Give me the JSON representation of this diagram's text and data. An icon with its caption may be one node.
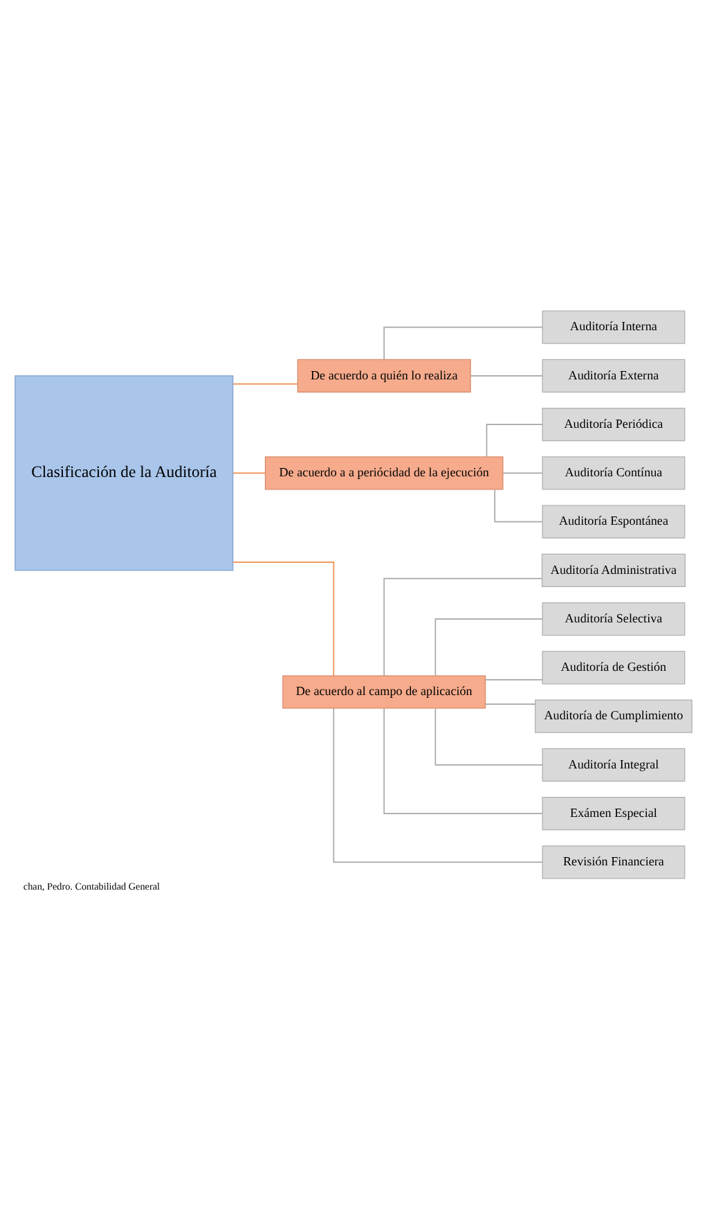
{
  "diagram": {
    "caption": "chan, Pedro. Contabilidad General",
    "nodes": [
      {
        "text": [
          "Clasificación de la Auditoría"
        ]
      },
      {
        "text": [
          "De acuerdo a quién lo realiza"
        ]
      },
      {
        "text": [
          "De acuerdo a a periócidad de la ejecución"
        ]
      },
      {
        "text": [
          "De acuerdo al campo de aplicación"
        ]
      },
      {
        "text": [
          "Auditoría Interna"
        ]
      },
      {
        "text": [
          "Auditoría Externa"
        ]
      },
      {
        "text": [
          "Auditoría Periódica"
        ]
      },
      {
        "text": [
          "Auditoría Contínua"
        ]
      },
      {
        "text": [
          "Auditoría Espontánea"
        ]
      },
      {
        "text": [
          "Auditoría Administrativa"
        ]
      },
      {
        "text": [
          "Auditoría Selectiva"
        ]
      },
      {
        "text": [
          "Auditoría de Gestión"
        ]
      },
      {
        "text": [
          "Auditoría de Cumplimiento"
        ]
      },
      {
        "text": [
          "Auditoría Integral"
        ]
      },
      {
        "text": [
          "Exámen Especial"
        ]
      },
      {
        "text": [
          "Revisión Financiera"
        ]
      }
    ],
    "edges": [
      {
        "from": 0,
        "to": 1,
        "arrow": "none",
        "color": "#f08a4b"
      },
      {
        "from": 0,
        "to": 2,
        "arrow": "none",
        "color": "#f08a4b"
      },
      {
        "from": 0,
        "to": 3,
        "arrow": "none",
        "color": "#f08a4b"
      },
      {
        "from": 1,
        "to": 4,
        "arrow": "none"
      },
      {
        "from": 1,
        "to": 5,
        "arrow": "none"
      },
      {
        "from": 2,
        "to": 6,
        "arrow": "none"
      },
      {
        "from": 2,
        "to": 7,
        "arrow": "none"
      },
      {
        "from": 2,
        "to": 8,
        "arrow": "none"
      },
      {
        "from": 3,
        "to": 9,
        "arrow": "none"
      },
      {
        "from": 3,
        "to": 10,
        "arrow": "none"
      },
      {
        "from": 3,
        "to": 11,
        "arrow": "none"
      },
      {
        "from": 3,
        "to": 12,
        "arrow": "none"
      },
      {
        "from": 3,
        "to": 13,
        "arrow": "none"
      },
      {
        "from": 3,
        "to": 14,
        "arrow": "none"
      },
      {
        "from": 3,
        "to": 15,
        "arrow": "none"
      }
    ]
  }
}
